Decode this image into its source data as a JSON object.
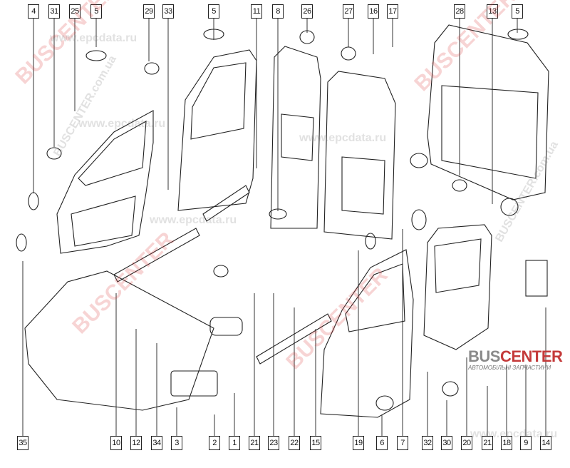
{
  "diagram": {
    "top_callouts": [
      "4",
      "31",
      "25",
      "5",
      "29",
      "33",
      "5",
      "11",
      "8",
      "26",
      "27",
      "16",
      "17",
      "28",
      "13",
      "5"
    ],
    "bottom_callouts": [
      "35",
      "10",
      "12",
      "34",
      "3",
      "2",
      "1",
      "21",
      "23",
      "22",
      "15",
      "19",
      "6",
      "7",
      "32",
      "30",
      "20",
      "21",
      "18",
      "9",
      "14"
    ]
  },
  "watermarks": {
    "brand": "BUSCENTER",
    "brand_site": "BUSCENTER.com.ua",
    "epc_site": "www.epcdata.ru",
    "site_short": "com.ua"
  },
  "logo": {
    "part1": "BUS",
    "part2": "CENTER",
    "tagline": "АВТОМОБІЛЬНІ ЗАПЧАСТИНИ"
  },
  "colors": {
    "line": "#222222",
    "watermark_red": "#dc3c3c",
    "logo_red": "#c43a3a",
    "logo_gray": "#8a8a8a"
  }
}
